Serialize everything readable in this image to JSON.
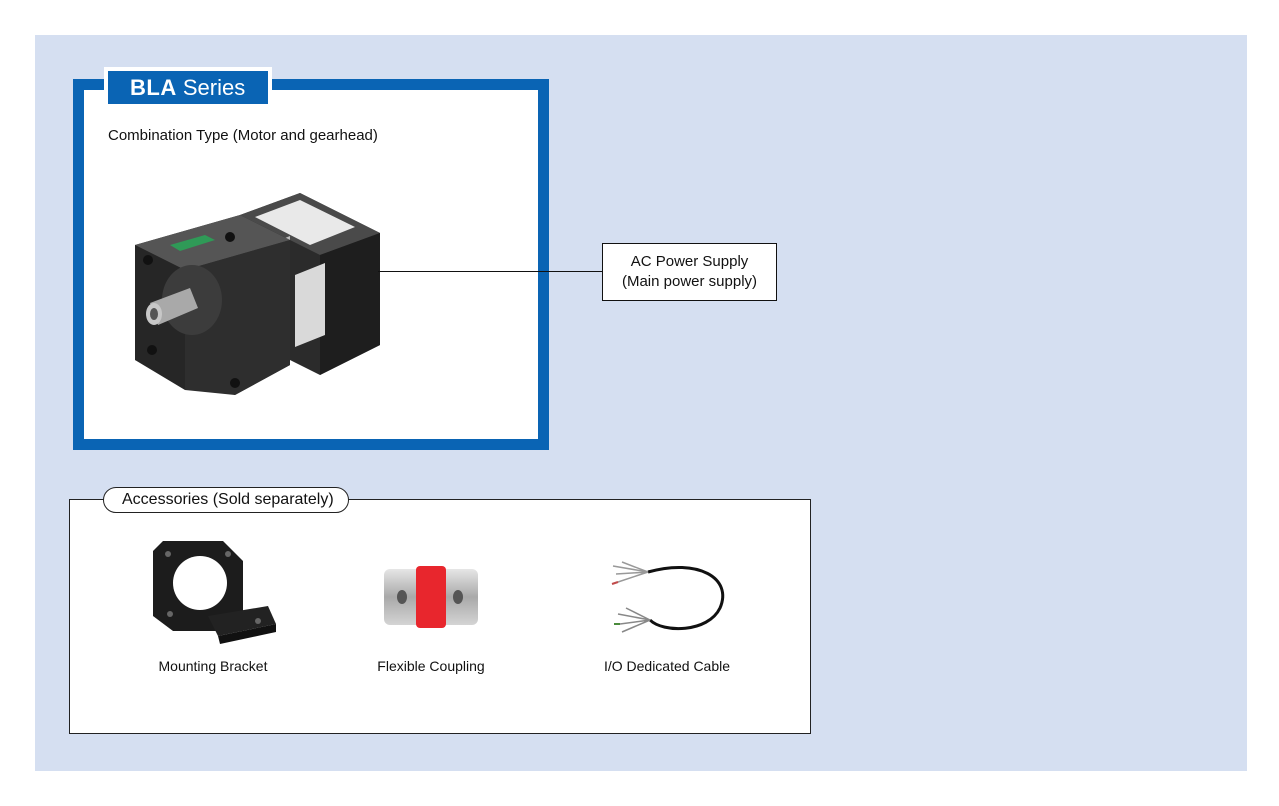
{
  "series": {
    "name_bold": "BLA",
    "name_rest": "Series",
    "type_label": "Combination Type (Motor and gearhead)"
  },
  "power_supply": {
    "line1": "AC Power Supply",
    "line2": "(Main power supply)"
  },
  "accessories": {
    "title": "Accessories (Sold separately)",
    "items": [
      {
        "label": "Mounting Bracket"
      },
      {
        "label": "Flexible Coupling"
      },
      {
        "label": "I/O Dedicated Cable"
      }
    ]
  },
  "colors": {
    "panel_bg": "#d5dff1",
    "series_blue": "#0a64b4",
    "coupling_red": "#e8262d"
  }
}
